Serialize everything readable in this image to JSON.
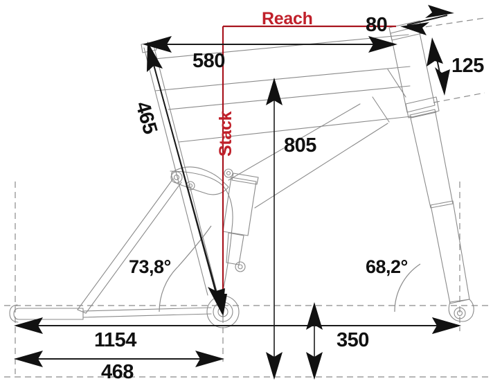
{
  "diagram": {
    "title": "Bicycle Frame Geometry Diagram",
    "type": "technical-drawing",
    "subject": "full-suspension mountain bike frame",
    "units": "mm (lengths), degrees (angles)",
    "colors": {
      "accent_red": "#c0202a",
      "red_line": "#a8141e",
      "frame_gray": "#8a8a8a",
      "dimension_black": "#111111",
      "background": "#ffffff"
    },
    "measurements": {
      "reach": {
        "label": "Reach",
        "color": "#c0202a",
        "orientation": "horizontal",
        "description": "horizontal distance bottom bracket to head tube top"
      },
      "stack": {
        "label": "Stack",
        "color": "#c0202a",
        "orientation": "vertical-rotated",
        "description": "vertical distance bottom bracket to head tube top"
      },
      "top_tube": {
        "label": "580",
        "orientation": "horizontal",
        "description": "effective top tube length"
      },
      "seat_tube": {
        "label": "465",
        "orientation": "diagonal",
        "description": "seat tube length"
      },
      "head_tube": {
        "label": "125",
        "orientation": "diagonal",
        "description": "head tube length"
      },
      "fork_offset": {
        "label": "80",
        "orientation": "diagonal",
        "description": "fork rake / offset"
      },
      "standover_or_height": {
        "label": "805",
        "orientation": "vertical",
        "description": "vertical height from ground to top tube"
      },
      "wheelbase": {
        "label": "1154",
        "orientation": "horizontal",
        "description": "wheelbase rear axle to front axle"
      },
      "chainstay": {
        "label": "468",
        "orientation": "horizontal",
        "description": "chainstay horizontal distance"
      },
      "front_center": {
        "label": "350",
        "orientation": "horizontal",
        "description": "bottom bracket to front axle horizontal"
      },
      "seat_tube_angle": {
        "label": "73,8°",
        "description": "seat tube angle"
      },
      "head_tube_angle": {
        "label": "68,2°",
        "description": "head tube angle"
      }
    }
  }
}
